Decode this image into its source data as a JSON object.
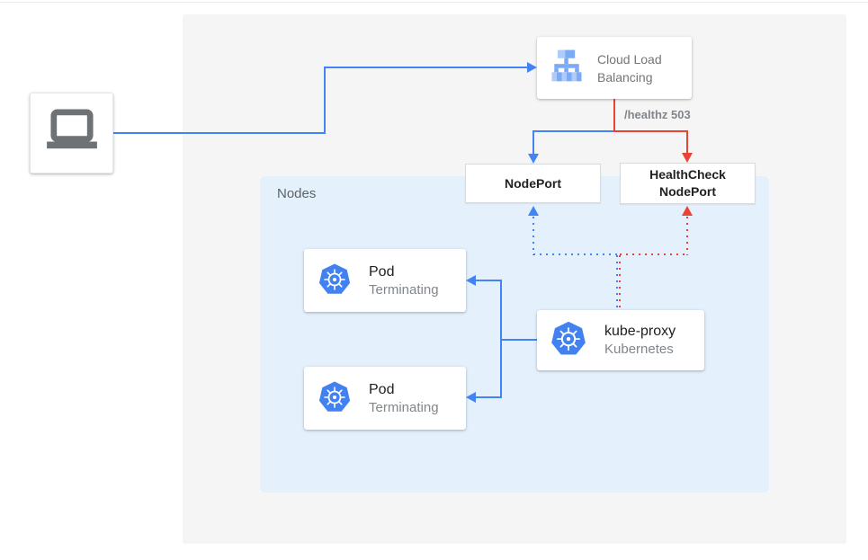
{
  "colors": {
    "traffic_blue": "#4284f4",
    "health_red": "#ea4335",
    "kubernetes_blue": "#4181f2",
    "nodes_panel_bg": "#e4f0fc",
    "outer_panel_bg": "#f5f5f6",
    "card_text_gray": "#757575",
    "title_text_dark": "#202124"
  },
  "client": {
    "icon": "laptop-icon"
  },
  "cloud_load_balancing": {
    "label": "Cloud Load Balancing",
    "icon": "load-balancer-icon"
  },
  "healthz_label": "/healthz 503",
  "nodeport": {
    "label": "NodePort"
  },
  "healthcheck_nodeport": {
    "line1": "HealthCheck",
    "line2": "NodePort"
  },
  "nodes_group": {
    "label": "Nodes"
  },
  "pods": [
    {
      "title": "Pod",
      "status": "Terminating",
      "icon": "kubernetes-icon"
    },
    {
      "title": "Pod",
      "status": "Terminating",
      "icon": "kubernetes-icon"
    }
  ],
  "kube_proxy": {
    "title": "kube-proxy",
    "subtitle": "Kubernetes",
    "icon": "kubernetes-icon"
  }
}
